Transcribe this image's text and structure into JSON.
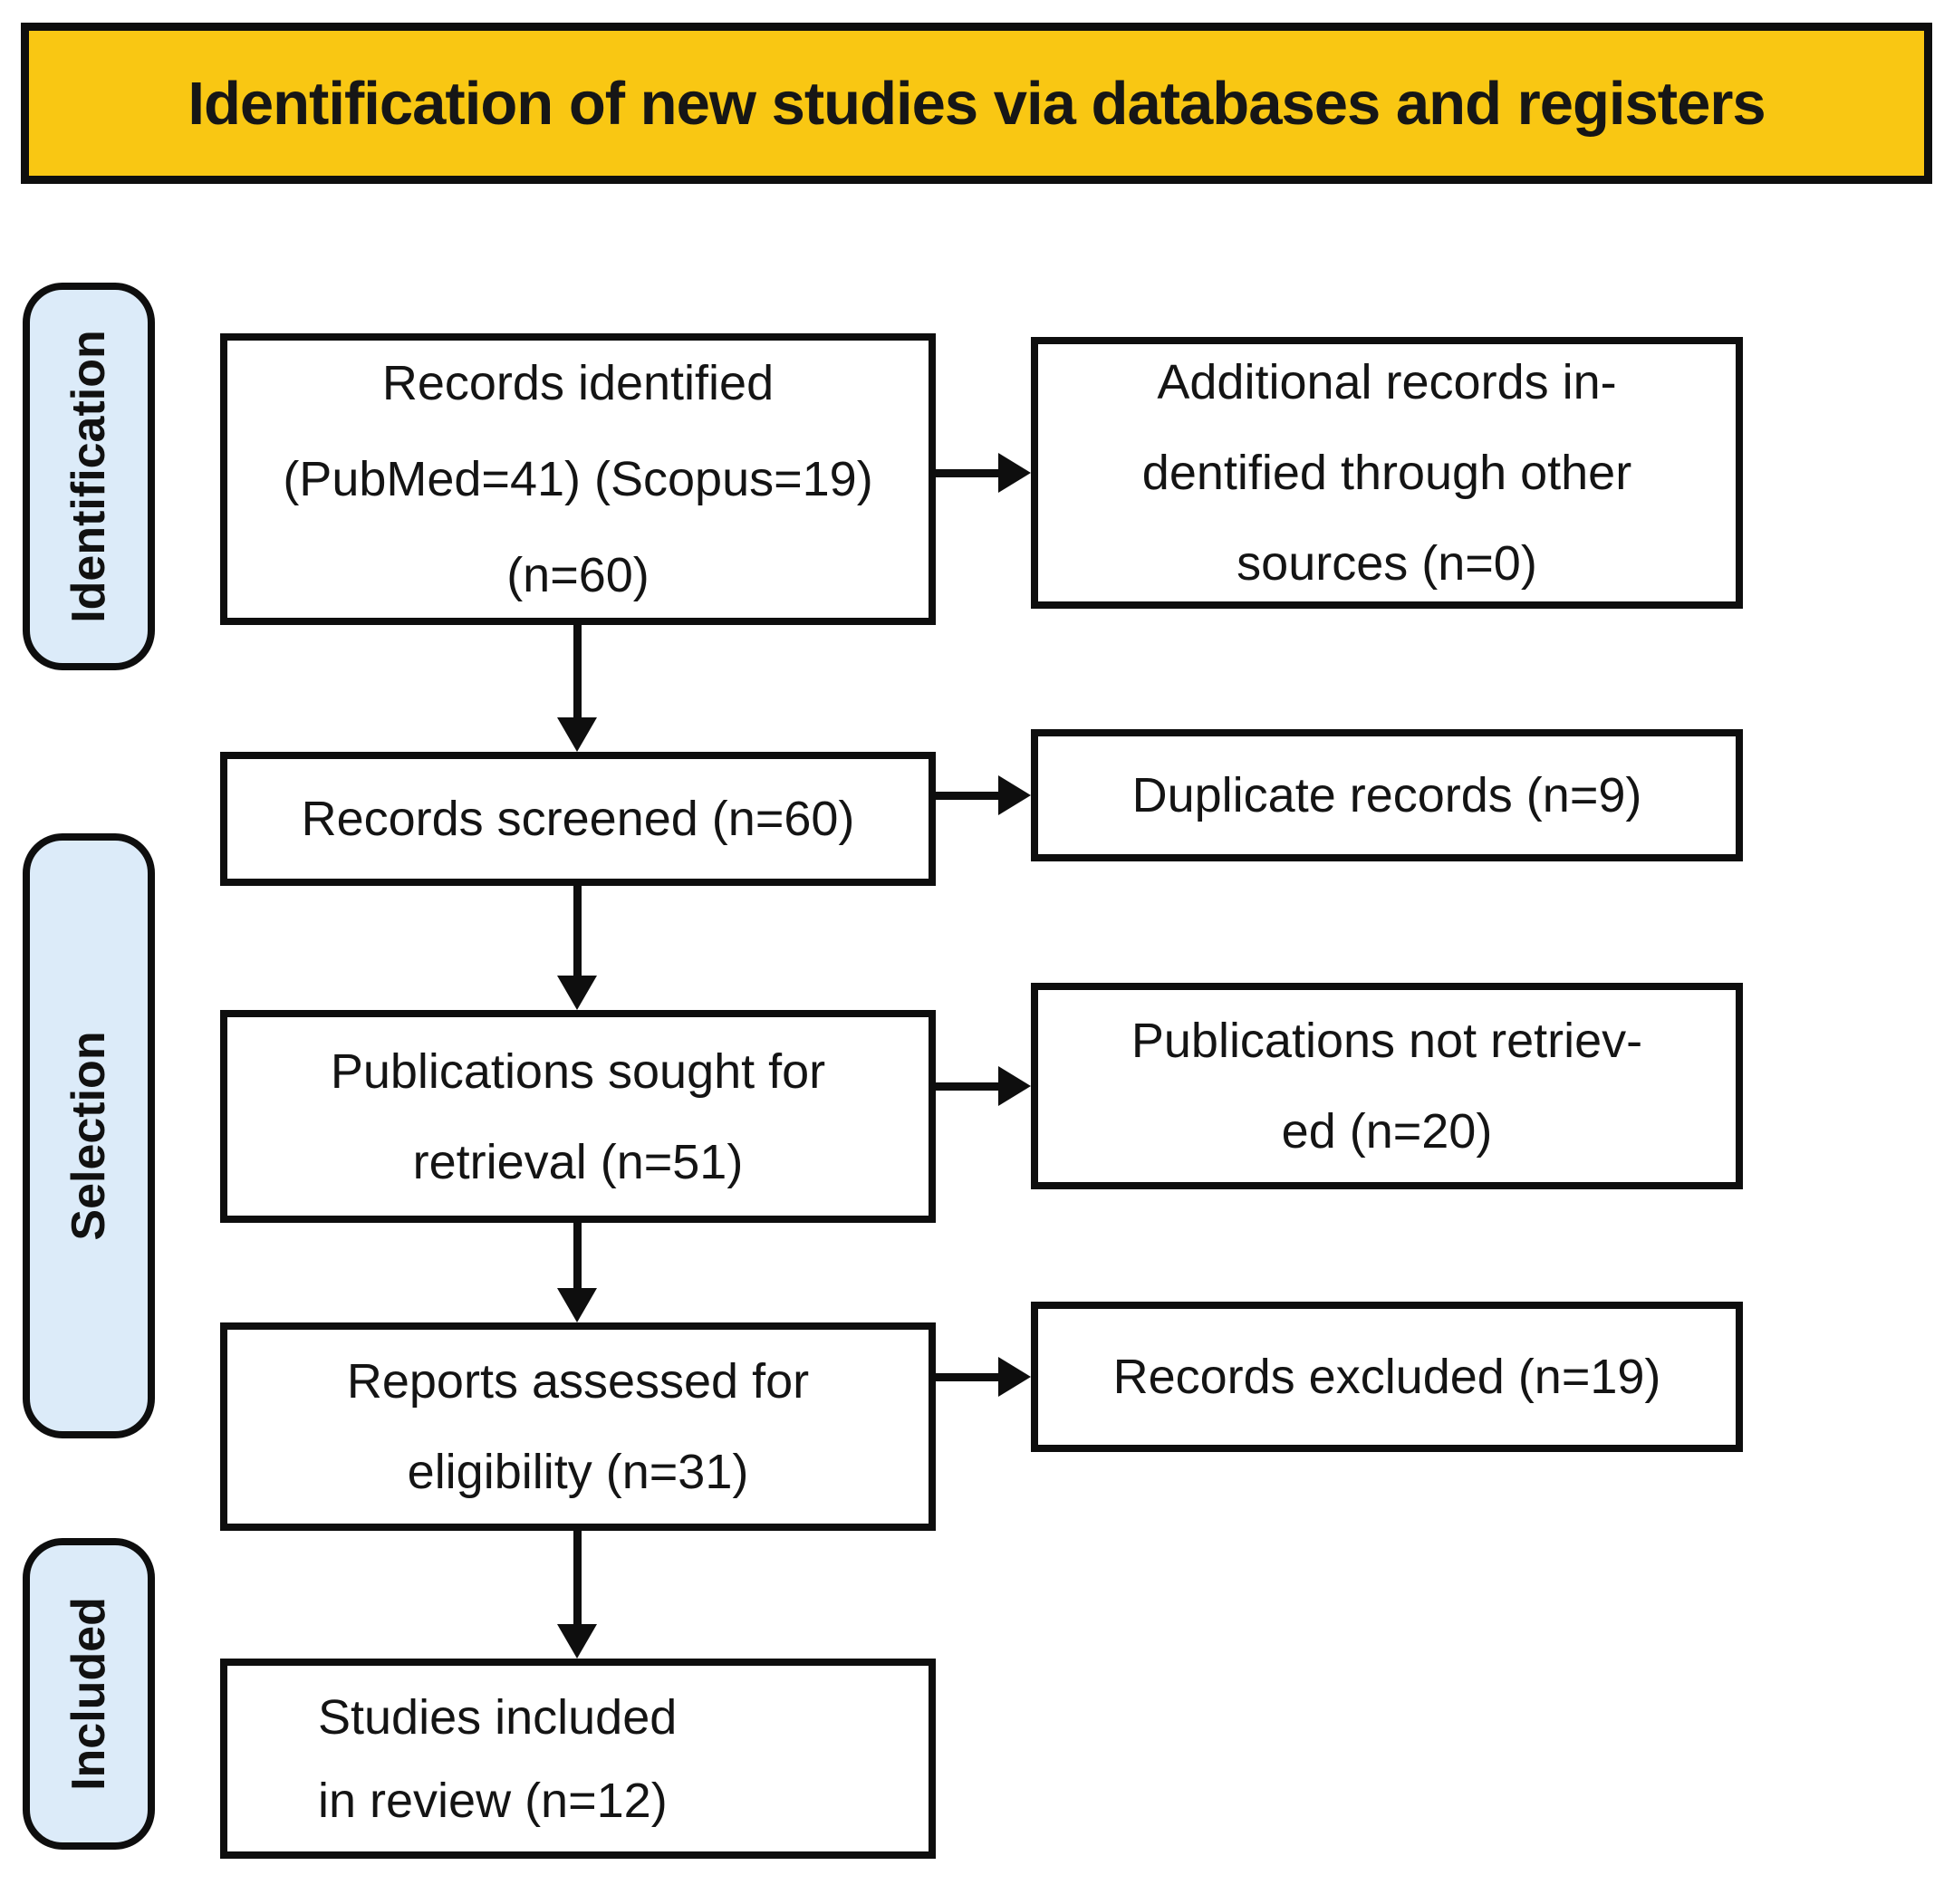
{
  "header": {
    "title": "Identification of new studies via databases and registers"
  },
  "stages": [
    {
      "label": "Identification"
    },
    {
      "label": "Selection"
    },
    {
      "label": "Included"
    }
  ],
  "flow": {
    "main": [
      {
        "lines": [
          "Records identified",
          "(PubMed=41) (Scopus=19)",
          "(n=60)"
        ]
      },
      {
        "lines": [
          "Records screened (n=60)"
        ]
      },
      {
        "lines": [
          "Publications sought for",
          "retrieval (n=51)"
        ]
      },
      {
        "lines": [
          "Reports assessed for",
          "eligibility (n=31)"
        ]
      },
      {
        "lines": [
          "Studies included",
          "in review (n=12)"
        ]
      }
    ],
    "side": [
      {
        "lines": [
          "Additional records in-",
          "dentified through other",
          "sources (n=0)"
        ]
      },
      {
        "lines": [
          "Duplicate records (n=9)"
        ]
      },
      {
        "lines": [
          "Publications not retriev-",
          "ed (n=20)"
        ]
      },
      {
        "lines": [
          "Records excluded (n=19)"
        ]
      }
    ]
  },
  "colors": {
    "header_bg": "#F9C713",
    "stage_bg": "#DCEBF9",
    "ink": "#0E0E0E",
    "box_bg": "#FFFFFF"
  }
}
